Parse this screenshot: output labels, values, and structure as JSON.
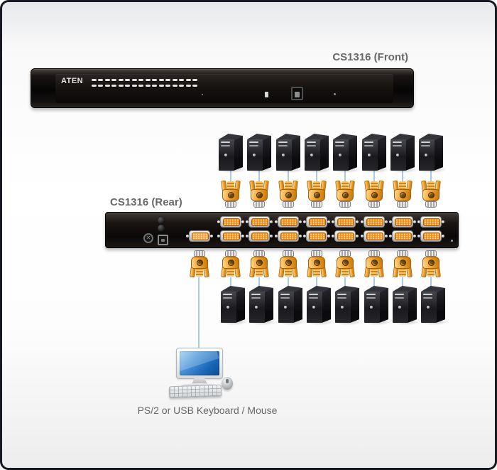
{
  "labels": {
    "front": "CS1316 (Front)",
    "rear": "CS1316 (Rear)",
    "console": "PS/2 or USB Keyboard / Mouse"
  },
  "device": {
    "brand": "ATEN",
    "model": "CS1316",
    "front_port_buttons": 16,
    "cpu_vga_ports": 16,
    "console_vga_ports": 1
  },
  "topology": {
    "top_computers": 8,
    "bottom_computers": 8,
    "top_kvm_connectors": 8,
    "bottom_kvm_connectors": 9,
    "console_connections": 1
  },
  "colors": {
    "connector_orange": "#f4a42e",
    "vga_core_orange": "#ef8c15",
    "cable_blue": "#a8cbe5",
    "chassis_black": "#121010",
    "label_gray": "#66686a",
    "frame_border": "#171923",
    "background": "#ffffff"
  }
}
